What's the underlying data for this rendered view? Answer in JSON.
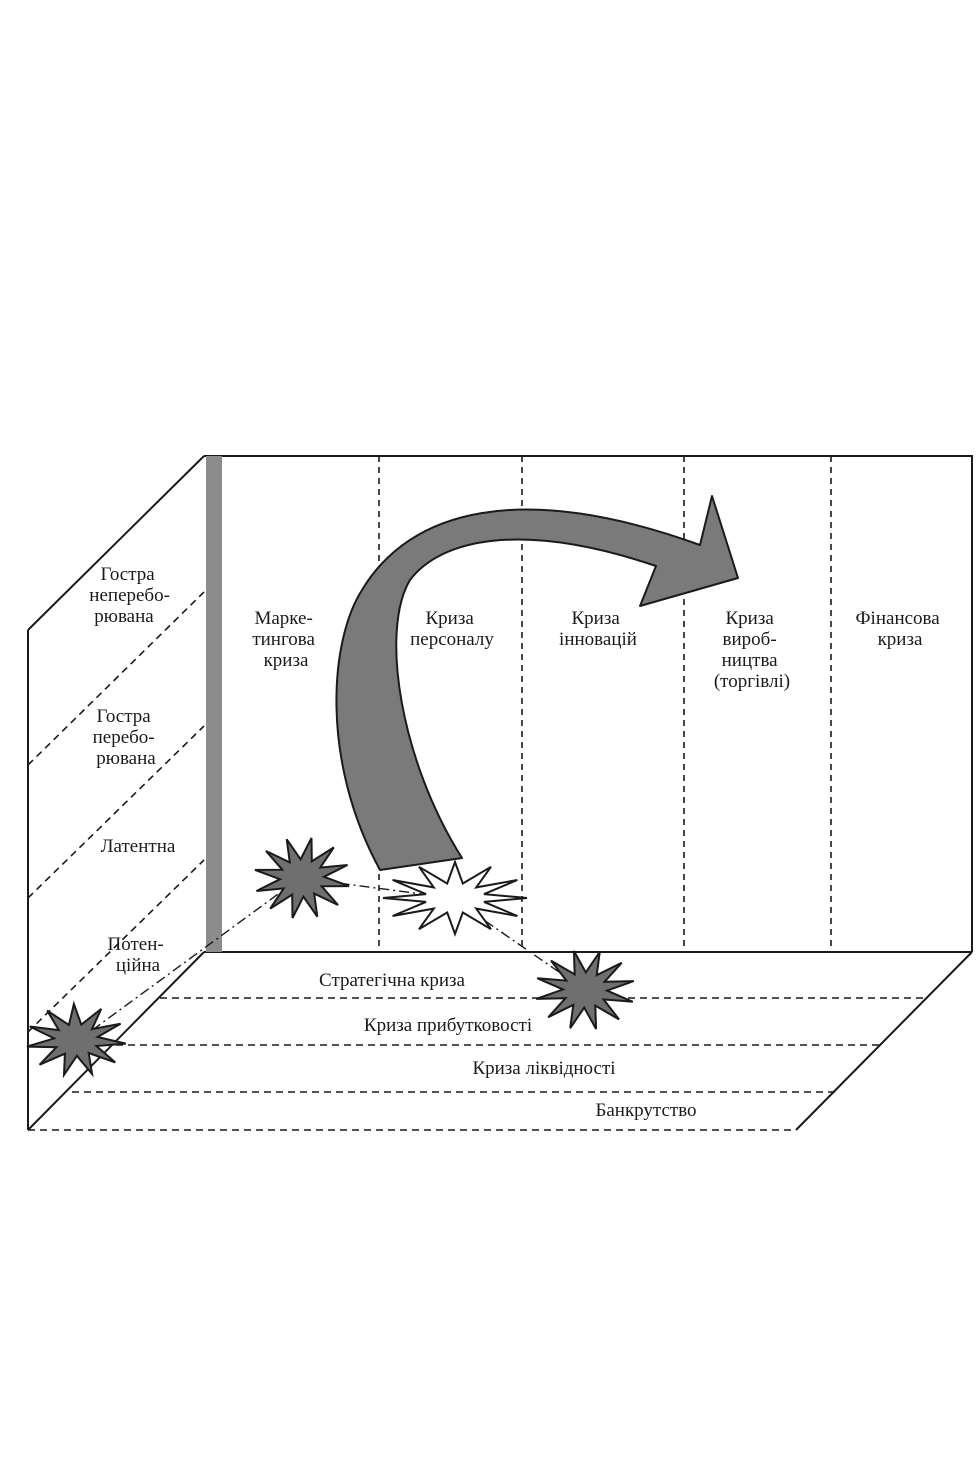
{
  "vertical_axis": {
    "levels": [
      [
        "Гостра",
        "неперебо-",
        "рювана"
      ],
      [
        "Гостра",
        "перебо-",
        "рювана"
      ],
      [
        "Латентна"
      ],
      [
        "Потен-",
        "ційна"
      ]
    ]
  },
  "crisis_columns": [
    [
      "Марке-",
      "тингова",
      "криза"
    ],
    [
      "Криза",
      "персоналу"
    ],
    [
      "Криза",
      "інновацій"
    ],
    [
      "Криза",
      "вироб-",
      "ництва",
      "(торгівлі)"
    ],
    [
      "Фінансова",
      "криза"
    ]
  ],
  "floor_levels": [
    "Стратегічна криза",
    "Криза прибутковості",
    "Криза ліквідності",
    "Банкрутство"
  ],
  "colors": {
    "line": "#1a1a1a",
    "arrow_fill": "#7a7a7a",
    "star_fill": "#6f6f6f",
    "star_hollow": "#ffffff",
    "left_strip": "#8c8c8c"
  }
}
